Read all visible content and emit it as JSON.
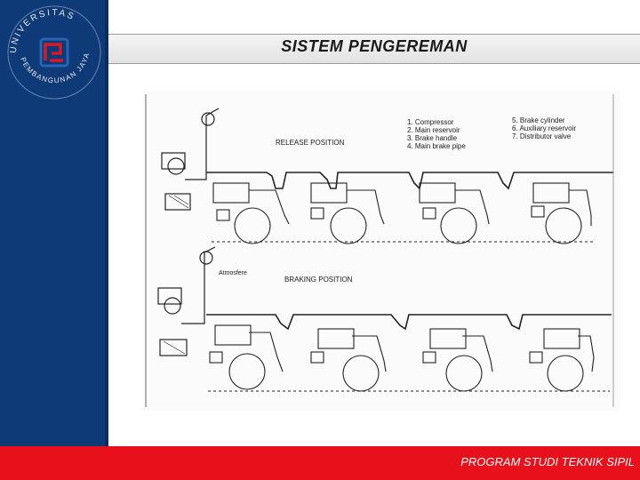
{
  "logo": {
    "arc_text": "UNIVERSITAS PEMBANGUNAN JAYA",
    "colors": {
      "ring": "#e8e8e8",
      "mark_red": "#d91a26",
      "mark_blue": "#2a62b8"
    }
  },
  "title": "SISTEM PENGEREMAN",
  "footer": "PROGRAM STUDI TEKNIK SIPIL",
  "diagram": {
    "legend_left": [
      "1. Compressor",
      "2. Main reservoir",
      "3. Brake handle",
      "4. Main brake pipe"
    ],
    "legend_right": [
      "5. Brake cylinder",
      "6. Auxiliary reservoir",
      "7. Distributor valve"
    ],
    "release_label": "RELEASE POSITION",
    "braking_label": "BRAKING POSITION",
    "atmosfere_label": "Atmosfere"
  },
  "colors": {
    "sidebar": "#0f3a78",
    "footer": "#e8101a",
    "title_bar": "#e6e6e6"
  }
}
